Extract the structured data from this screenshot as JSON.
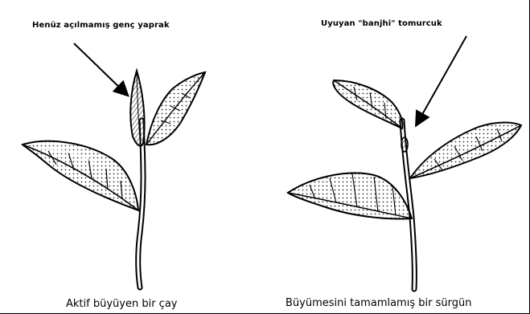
{
  "figure": {
    "left_plant": {
      "annotation": "Henüz açılmamış genç yaprak",
      "caption": "Aktif büyüyen bir çay"
    },
    "right_plant": {
      "annotation": "Uyuyan \"banjhi\" tomurcuk",
      "caption": "Büyümesini tamamlamış bir sürgün"
    }
  }
}
